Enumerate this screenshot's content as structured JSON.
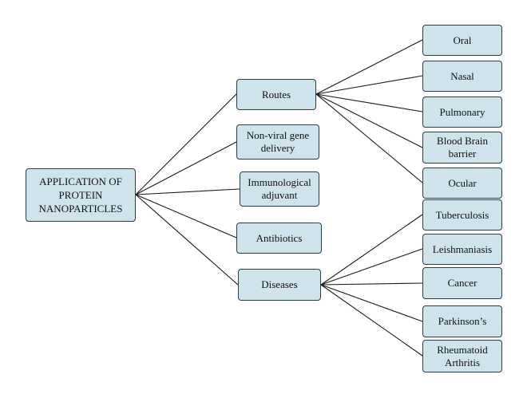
{
  "diagram": {
    "root": {
      "label": "APPLICATION OF\nPROTEIN\nNANOPARTICLES"
    },
    "categories": [
      {
        "id": "routes",
        "label": "Routes"
      },
      {
        "id": "gene",
        "label": "Non-viral gene\ndelivery"
      },
      {
        "id": "immuno",
        "label": "Immunological\nadjuvant"
      },
      {
        "id": "antibiotics",
        "label": "Antibiotics"
      },
      {
        "id": "diseases",
        "label": "Diseases"
      }
    ],
    "routes": [
      {
        "id": "oral",
        "label": "Oral"
      },
      {
        "id": "nasal",
        "label": "Nasal"
      },
      {
        "id": "pulmonary",
        "label": "Pulmonary"
      },
      {
        "id": "bbb",
        "label": "Blood Brain\nbarrier"
      },
      {
        "id": "ocular",
        "label": "Ocular"
      }
    ],
    "diseases": [
      {
        "id": "tuberculosis",
        "label": "Tuberculosis"
      },
      {
        "id": "leishmaniasis",
        "label": "Leishmaniasis"
      },
      {
        "id": "cancer",
        "label": "Cancer"
      },
      {
        "id": "parkinsons",
        "label": "Parkinson’s"
      },
      {
        "id": "rheumatoid",
        "label": "Rheumatoid\nArthritis"
      }
    ],
    "colors": {
      "box_fill": "#cfe3ec",
      "box_border": "#2b3d47",
      "line": "#1a1a1a"
    }
  }
}
